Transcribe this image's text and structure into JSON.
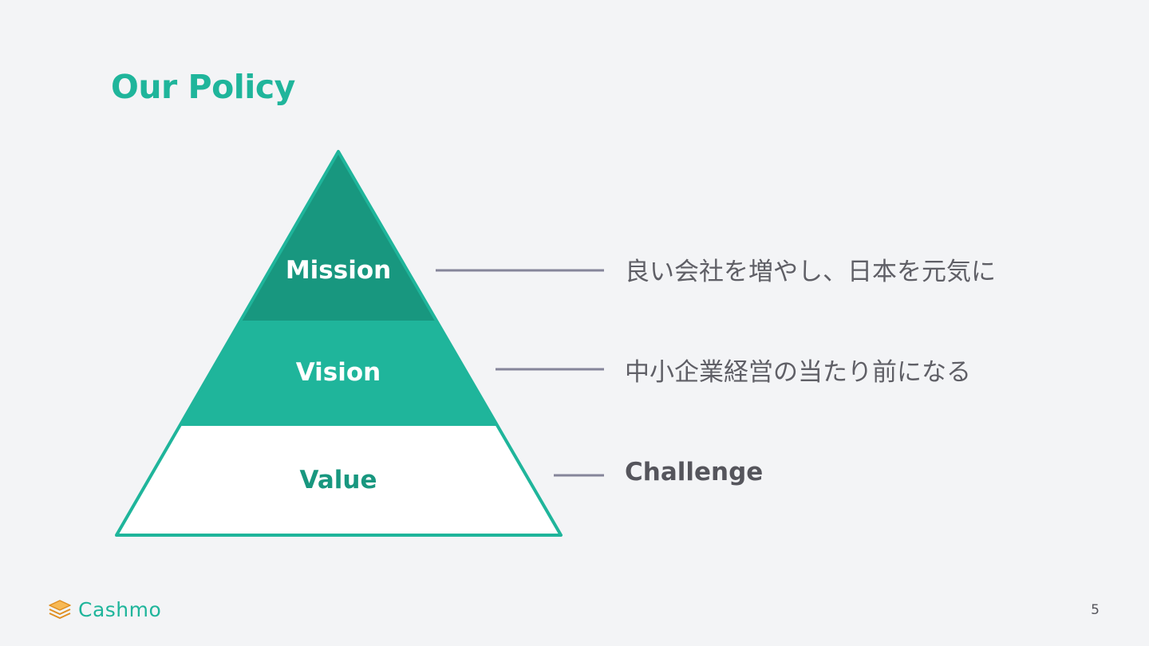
{
  "title": "Our Policy",
  "tiers": [
    {
      "label": "Mission",
      "description": "良い会社を増やし、日本を元気に",
      "color": "#18977f",
      "text_color": "#ffffff"
    },
    {
      "label": "Vision",
      "description": "中小企業経営の当たり前になる",
      "color": "#1fb59b",
      "text_color": "#ffffff"
    },
    {
      "label": "Value",
      "description": "Challenge",
      "color": "#ffffff",
      "text_color": "#18977f"
    }
  ],
  "colors": {
    "accent": "#1fb59b",
    "accent_dark": "#18977f",
    "connector": "#85859a",
    "background": "#f3f4f6",
    "logo_mark": "#f0a13a"
  },
  "logo": {
    "text": "Cashmo",
    "icon": "stacked-layers-icon"
  },
  "page_number": "5"
}
